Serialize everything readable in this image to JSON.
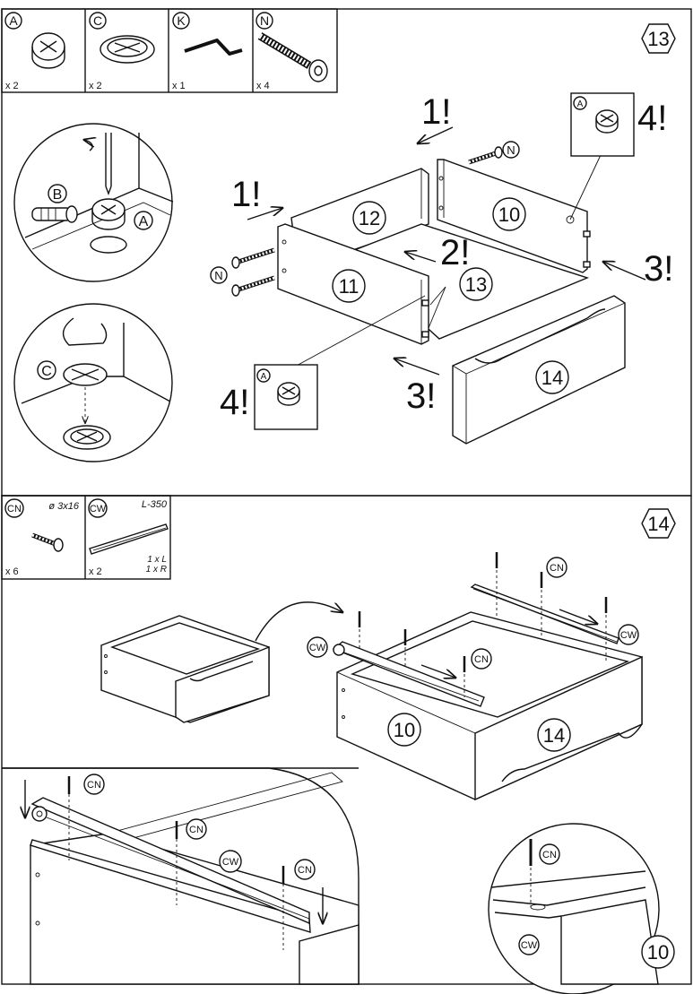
{
  "parts_step13": [
    {
      "letter": "A",
      "qty": "x 2",
      "icon": "cam-lock-icon"
    },
    {
      "letter": "C",
      "qty": "x 2",
      "icon": "cam-cover-icon"
    },
    {
      "letter": "K",
      "qty": "x 1",
      "icon": "allen-key-icon"
    },
    {
      "letter": "N",
      "qty": "x 4",
      "icon": "bolt-icon"
    }
  ],
  "parts_step14": [
    {
      "letter": "CN",
      "spec": "ø 3x16",
      "qty": "x 6",
      "icon": "screw-icon"
    },
    {
      "letter": "CW",
      "spec": "L-350",
      "qty": "x 2",
      "sub1": "1 x L",
      "sub2": "1 x R",
      "icon": "drawer-runner-icon"
    }
  ],
  "steps": {
    "s13": "13",
    "s14": "14"
  },
  "detail13": {
    "b": "B",
    "a": "A",
    "c": "C"
  },
  "panels13": {
    "p12": "12",
    "p10": "10",
    "p11": "11",
    "p13": "13",
    "p14": "14"
  },
  "callouts13": {
    "one_top": "1!",
    "one_left": "1!",
    "two": "2!",
    "three_right": "3!",
    "three_bottom": "3!",
    "four_top": "4!",
    "four_bottom": "4!",
    "n_top": "N",
    "n_left": "N",
    "a_top": "A",
    "a_bottom": "A"
  },
  "step14_labels": {
    "cw_left": "CW",
    "cn_mid": "CN",
    "cn_top": "CN",
    "cw_right": "CW",
    "p10": "10",
    "p14": "14"
  },
  "detail14_left": {
    "cn1": "CN",
    "cn2": "CN",
    "cw": "CW",
    "cn3": "CN"
  },
  "detail14_right": {
    "cn": "CN",
    "cw": "CW",
    "p10": "10"
  }
}
